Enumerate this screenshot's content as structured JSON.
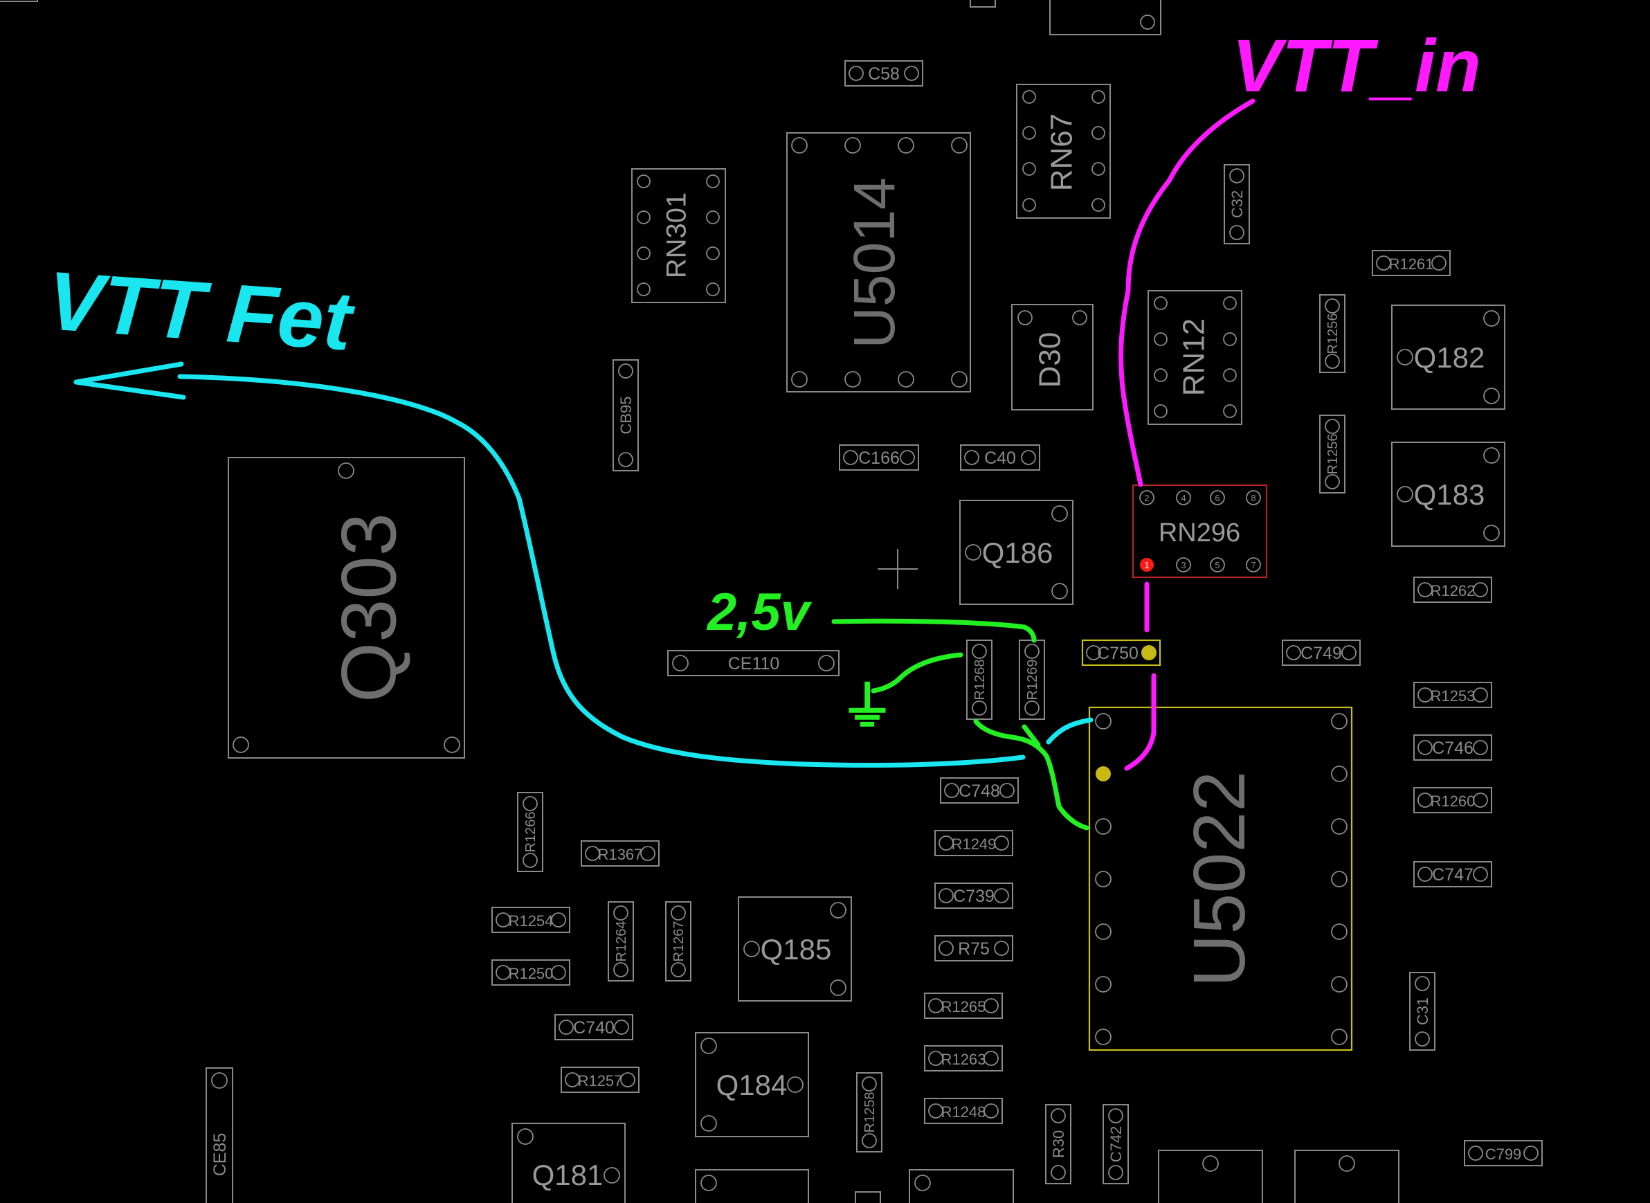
{
  "annotations": {
    "vtt_in": "VTT_in",
    "vtt_fet": "VTT Fet",
    "voltage": "2,5v",
    "ground": "⏚"
  },
  "colors": {
    "vtt_in": "#ff19ff",
    "vtt_fet": "#19e6ee",
    "voltage": "#22f022",
    "highlight_red": "#b0242a",
    "highlight_yellow": "#c6bf1a",
    "pin_red": "#ff1a1a",
    "pin_yellow": "#c8b914"
  },
  "components": {
    "q303": "Q303",
    "u5014": "U5014",
    "u5022": "U5022",
    "rn301": "RN301",
    "rn67": "RN67",
    "rn12": "RN12",
    "rn296": "RN296",
    "d30": "D30",
    "q182": "Q182",
    "q183": "Q183",
    "q186": "Q186",
    "q185": "Q185",
    "q184": "Q184",
    "q181": "Q181",
    "c58": "C58",
    "c32": "C32",
    "cb95": "CB95",
    "c166": "C166",
    "c40": "C40",
    "ce110": "CE110",
    "ce85": "CE85",
    "c750": "C750",
    "c749": "C749",
    "c748": "C748",
    "c746": "C746",
    "c747": "C747",
    "c739": "C739",
    "c740": "C740",
    "c742": "C742",
    "c31": "C31",
    "c799": "C799",
    "r1261": "R1261",
    "r1256a": "R1256",
    "r1256b": "R1256",
    "r1262": "R1262",
    "r1253": "R1253",
    "r1260": "R1260",
    "r1268": "R1268",
    "r1269": "R1269",
    "r1249": "R1249",
    "r75": "R75",
    "r1265": "R1265",
    "r1263": "R1263",
    "r1248": "R1248",
    "r1266": "R1266",
    "r1367": "R1367",
    "r1254": "R1254",
    "r1250": "R1250",
    "r1264": "R1264",
    "r1267": "R1267",
    "r1257": "R1257",
    "r1258": "R1258",
    "r30": "R30"
  },
  "rn296_pins_top": [
    "2",
    "4",
    "6",
    "8"
  ],
  "rn296_pins_bottom": [
    "1",
    "3",
    "5",
    "7"
  ]
}
